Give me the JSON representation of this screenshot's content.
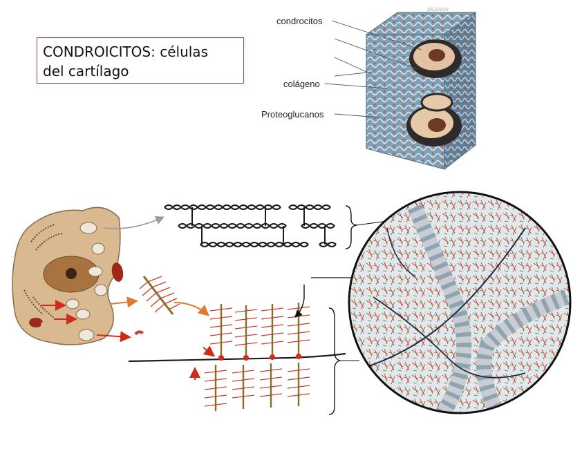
{
  "title": {
    "line1": "CONDROICITOS: células",
    "line2": "del cartílago"
  },
  "labels": {
    "chondrocytes": "condrocitos",
    "collagen": "colágeno",
    "proteoglycans": "Proteoglucanos"
  },
  "watermark": "picavue",
  "colors": {
    "frame": "#c0392b",
    "cell_body": "#d9b98f",
    "nucleus": "#a8733f",
    "collagen_fiber": "#c8402a",
    "core_protein": "#8a6d2b",
    "cube_blue": "#6b8fa8",
    "arrow_orange": "#e07a2a"
  }
}
